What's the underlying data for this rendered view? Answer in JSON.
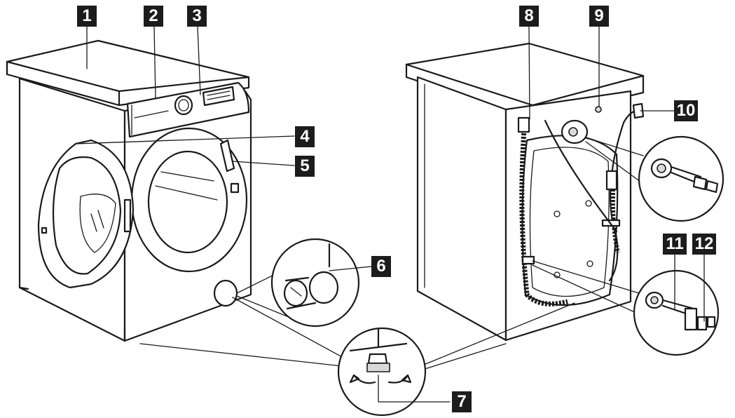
{
  "callouts": [
    {
      "id": "1",
      "label": "1"
    },
    {
      "id": "2",
      "label": "2"
    },
    {
      "id": "3",
      "label": "3"
    },
    {
      "id": "4",
      "label": "4"
    },
    {
      "id": "5",
      "label": "5"
    },
    {
      "id": "6",
      "label": "6"
    },
    {
      "id": "7",
      "label": "7"
    },
    {
      "id": "8",
      "label": "8"
    },
    {
      "id": "9",
      "label": "9"
    },
    {
      "id": "10",
      "label": "10"
    },
    {
      "id": "11",
      "label": "11"
    },
    {
      "id": "12",
      "label": "12"
    }
  ],
  "colors": {
    "line": "#1a1a1a",
    "badge": "#1c1c1c",
    "badge_text": "#ffffff",
    "detail_fill": "#d9d9d9"
  }
}
